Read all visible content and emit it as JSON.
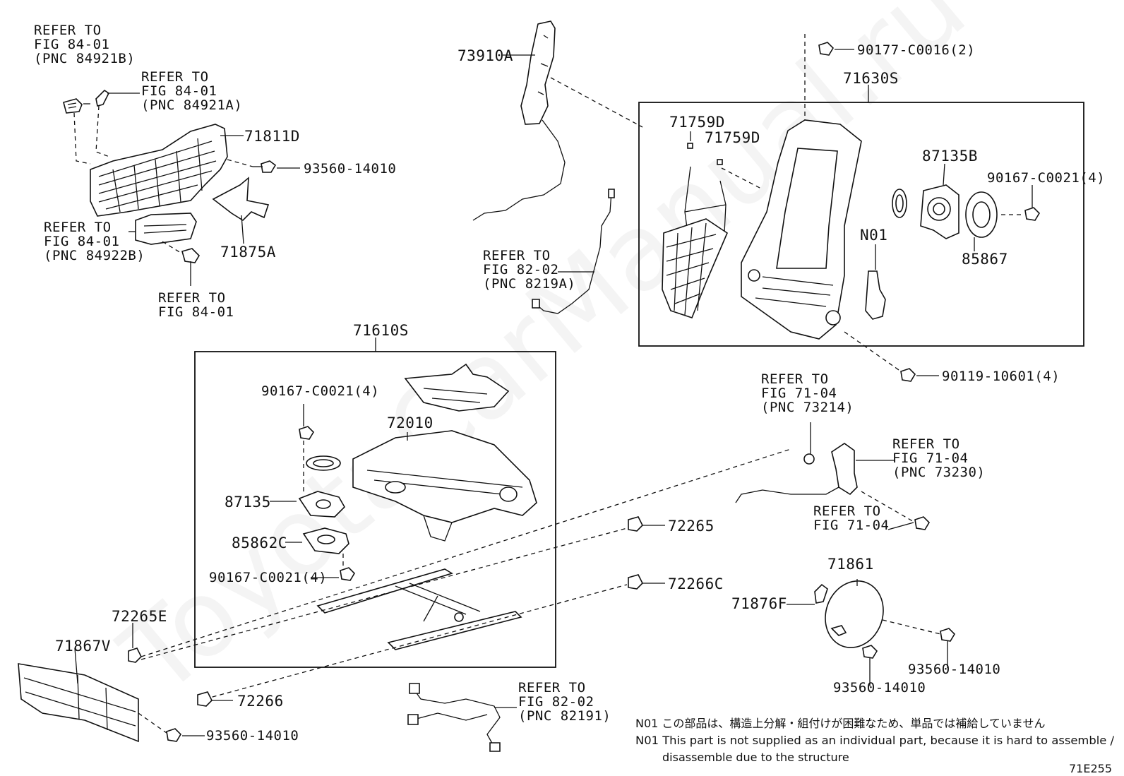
{
  "watermark": "ToyotaCarManual.ru",
  "labels": {
    "ref_84921b": [
      "REFER TO",
      "FIG 84-01",
      "(PNC 84921B)"
    ],
    "ref_84921a": [
      "REFER TO",
      "FIG 84-01",
      "(PNC 84921A)"
    ],
    "ref_84922b": [
      "REFER TO",
      "FIG 84-01",
      "(PNC 84922B)"
    ],
    "ref_84_01": [
      "REFER TO",
      "FIG 84-01"
    ],
    "ref_8219a": [
      "REFER TO",
      "FIG 82-02",
      "(PNC 8219A)"
    ],
    "ref_73214": [
      "REFER TO",
      "FIG 71-04",
      "(PNC 73214)"
    ],
    "ref_73230": [
      "REFER TO",
      "FIG 71-04",
      "(PNC 73230)"
    ],
    "ref_71_04": [
      "REFER TO",
      "FIG 71-04"
    ],
    "ref_82191": [
      "REFER TO",
      "FIG 82-02",
      "(PNC 82191)"
    ]
  },
  "parts": {
    "p71811D": "71811D",
    "p93560_a": "93560-14010",
    "p71875A": "71875A",
    "p73910A": "73910A",
    "p90177": "90177-C0016(2)",
    "p71630S": "71630S",
    "p71759D_a": "71759D",
    "p71759D_b": "71759D",
    "p87135B": "87135B",
    "p90167_r": "90167-C0021(4)",
    "pN01": "N01",
    "p85867": "85867",
    "p90119": "90119-10601(4)",
    "p71610S": "71610S",
    "p90167_t": "90167-C0021(4)",
    "p72010": "72010",
    "p87135": "87135",
    "p85862C": "85862C",
    "p90167_b": "90167-C0021(4)",
    "p72265": "72265",
    "p72266C": "72266C",
    "p72265E": "72265E",
    "p71867V": "71867V",
    "p72266": "72266",
    "p93560_b": "93560-14010",
    "p71861": "71861",
    "p71876F": "71876F",
    "p93560_c": "93560-14010",
    "p93560_d": "93560-14010"
  },
  "notes": {
    "jp": "N01 この部品は、構造上分解・組付けが困難なため、単品では補給していません",
    "en_line1": "N01 This part is not supplied as an individual part, because it is hard to assemble /",
    "en_line2": "disassemble due to the structure"
  },
  "figure_code": "71E255"
}
